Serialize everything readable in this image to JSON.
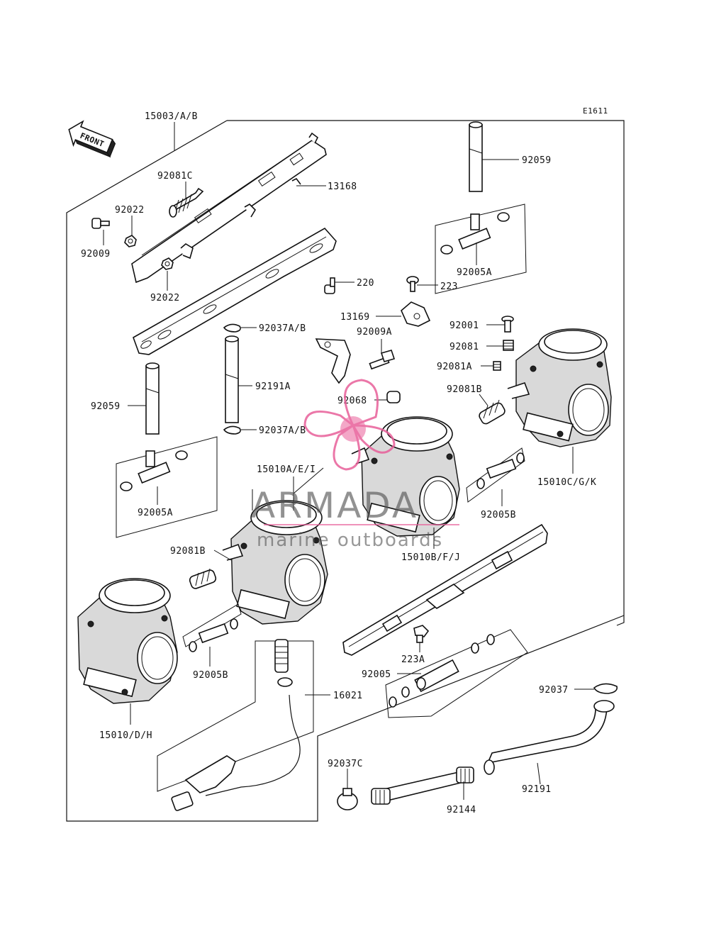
{
  "diagram_id": "E1611",
  "front_label": "FRONT",
  "watermark": {
    "brand": "ARMADA",
    "tagline": "marine outboards",
    "accent_color": "#e8609a",
    "text_color": "#555555"
  },
  "callouts": {
    "c15003": "15003/A/B",
    "c92081C": "92081C",
    "c13168": "13168",
    "c92059_top": "92059",
    "c92022_a": "92022",
    "c92009": "92009",
    "c92022_b": "92022",
    "c220": "220",
    "c223": "223",
    "c92005A_right": "92005A",
    "c13169": "13169",
    "c92037AB_top": "92037A/B",
    "c92009A": "92009A",
    "c92001": "92001",
    "c92081": "92081",
    "c92081A": "92081A",
    "c92059_left": "92059",
    "c92191A": "92191A",
    "c92068": "92068",
    "c92081B_right": "92081B",
    "c92037AB_mid": "92037A/B",
    "c15010AEI": "15010A/E/I",
    "c15010CGK": "15010C/G/K",
    "c92005A_left": "92005A",
    "c92005B_right": "92005B",
    "c92081B_left": "92081B",
    "c15010BFJ": "15010B/F/J",
    "c223A": "223A",
    "c92005B_left": "92005B",
    "c92005": "92005",
    "c92037": "92037",
    "c16021": "16021",
    "c15010DH": "15010/D/H",
    "c92037C": "92037C",
    "c92191": "92191",
    "c92144": "92144"
  }
}
